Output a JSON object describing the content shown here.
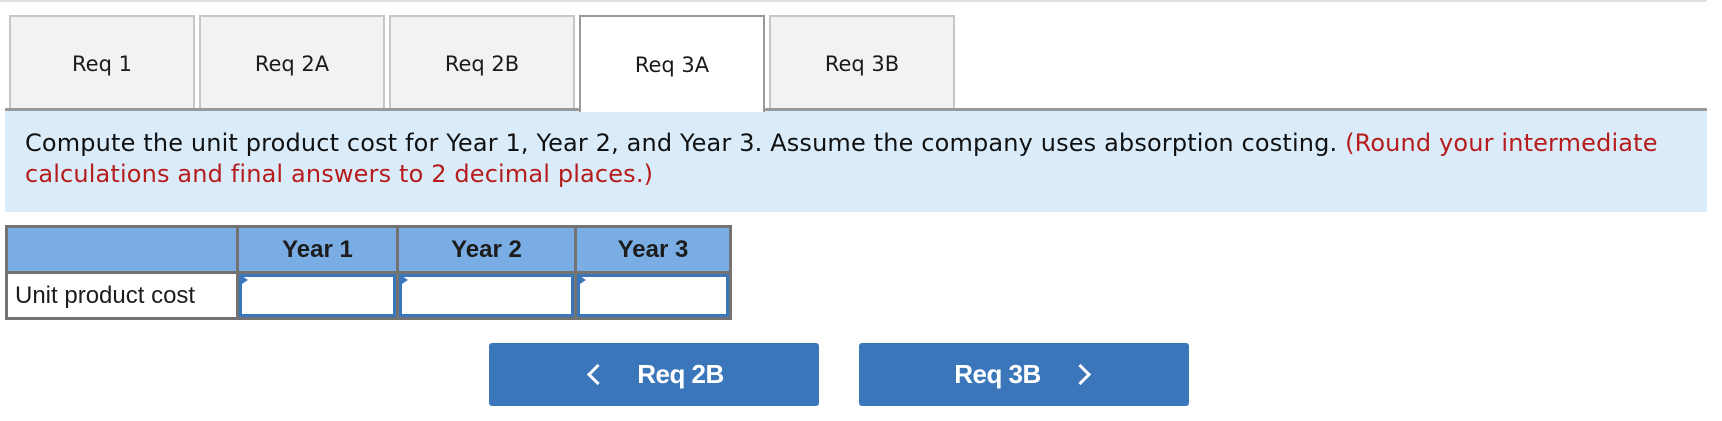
{
  "tabs": [
    {
      "label": "Req 1",
      "active": false
    },
    {
      "label": "Req 2A",
      "active": false
    },
    {
      "label": "Req 2B",
      "active": false
    },
    {
      "label": "Req 3A",
      "active": true
    },
    {
      "label": "Req 3B",
      "active": false
    }
  ],
  "prompt": {
    "instruction": "Compute the unit product cost for Year 1, Year 2, and Year 3. Assume the company uses absorption costing.",
    "note": "(Round your intermediate calculations and final answers to 2 decimal places.)"
  },
  "table": {
    "headers": [
      "",
      "Year 1",
      "Year 2",
      "Year 3"
    ],
    "rows": [
      {
        "label": "Unit product cost",
        "values": [
          "",
          "",
          ""
        ]
      }
    ]
  },
  "navigation": {
    "prev_label": "Req 2B",
    "next_label": "Req 3B"
  },
  "colors": {
    "tab_bg": "#f2f2f2",
    "prompt_bg": "#daecf9",
    "note_text": "#b71c1c",
    "table_header_bg": "#7aade4",
    "input_border": "#3b76ba",
    "button_bg": "#3b76ba"
  }
}
